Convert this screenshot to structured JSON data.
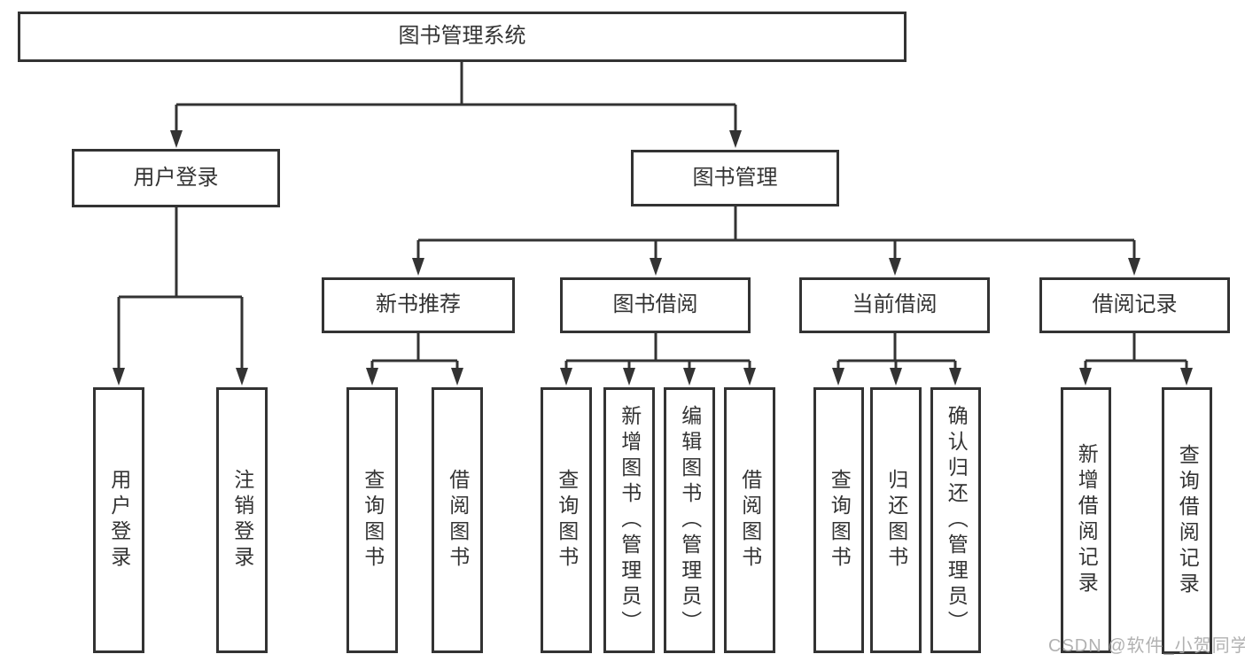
{
  "tree": {
    "root": {
      "label": "图书管理系统"
    },
    "branches": [
      {
        "label": "用户登录",
        "leaves": [
          "用户登录",
          "注销登录"
        ]
      },
      {
        "label": "图书管理",
        "groups": [
          {
            "label": "新书推荐",
            "leaves": [
              "查询图书",
              "借阅图书"
            ]
          },
          {
            "label": "图书借阅",
            "leaves": [
              "查询图书",
              "新增图书（管理员）",
              "编辑图书（管理员）",
              "借阅图书"
            ]
          },
          {
            "label": "当前借阅",
            "leaves": [
              "查询图书",
              "归还图书",
              "确认归还（管理员）"
            ]
          },
          {
            "label": "借阅记录",
            "leaves": [
              "新增借阅记录",
              "查询借阅记录"
            ]
          }
        ]
      }
    ]
  },
  "watermark": {
    "text": "CSDN @软件_小贺同学"
  },
  "colors": {
    "line": "#333333",
    "box_background": "#ffffff",
    "text": "#333333",
    "watermark": "#a8a8a8",
    "page_background": "#ffffff"
  }
}
